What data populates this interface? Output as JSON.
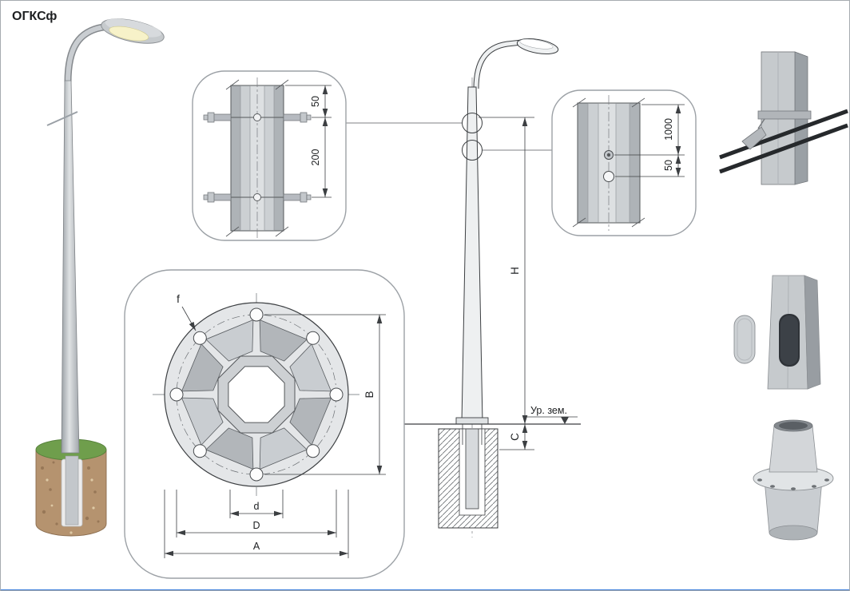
{
  "title": "ОГКСф",
  "detail_top": {
    "dim_top": "50",
    "dim_spacing": "200"
  },
  "detail_right": {
    "dim_top": "1000",
    "dim_spacing": "50"
  },
  "elevation": {
    "height_label": "H",
    "embed_label": "C",
    "ground_label": "Ур. зем."
  },
  "flange": {
    "hole_label": "f",
    "bolt_span_label": "B",
    "inner_dia_label": "d",
    "bolt_circle_label": "D",
    "outer_dia_label": "A"
  }
}
